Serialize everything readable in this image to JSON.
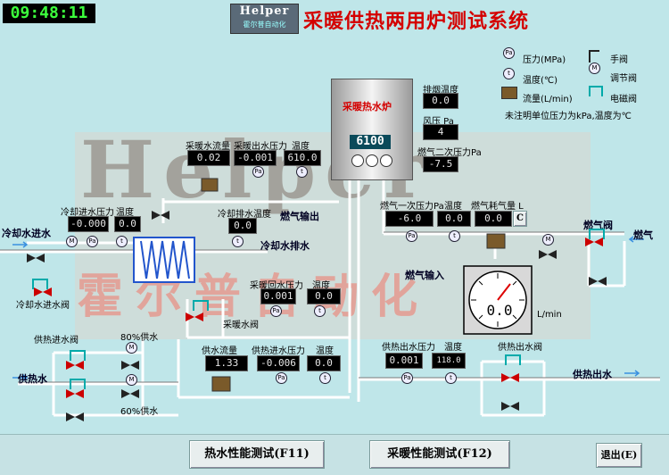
{
  "clock": "09:48:11",
  "logo": {
    "name": "Helper",
    "sub": "霍尔普自动化"
  },
  "title": "采暖供热两用炉测试系统",
  "watermark": {
    "en": "Helper",
    "cn": "霍尔普自动化"
  },
  "legend": {
    "pressure": "压力(MPa)",
    "temperature": "温度(℃)",
    "flow": "流量(L/min)",
    "manual_valve": "手阀",
    "regulating_valve": "调节阀",
    "solenoid_valve": "电磁阀",
    "note": "未注明单位压力为kPa,温度为℃",
    "pa_symbol": "Pa",
    "t_symbol": "t",
    "m_symbol": "M"
  },
  "boiler": {
    "label": "采暖热水炉",
    "code": "6100"
  },
  "exhaust": {
    "temp_label": "排烟温度",
    "temp_value": "0.0",
    "pressure_label": "风压 Pa",
    "pressure_value": "4"
  },
  "gas_secondary": {
    "label": "燃气二次压力Pa",
    "value": "-7.5"
  },
  "heating_out": {
    "flow_label": "采暖水流量",
    "flow_value": "0.02",
    "pressure_label": "采暖出水压力",
    "pressure_value": "-0.001",
    "temp_label": "温度",
    "temp_value": "610.0"
  },
  "cooling": {
    "in_pressure_label": "冷却进水压力",
    "in_pressure_value": "-0.000",
    "in_temp_label": "温度",
    "in_temp_value": "0.0",
    "drain_temp_label": "冷却排水温度",
    "drain_temp_value": "0.0",
    "in_water": "冷却水进水",
    "in_valve": "冷却水进水阀",
    "drain": "冷却水排水"
  },
  "gas": {
    "out_label": "燃气输出",
    "in_label": "燃气输入",
    "gas_label": "燃气",
    "valve_label": "燃气阀",
    "p1_label": "燃气一次压力Pa",
    "p1_value": "-6.0",
    "temp_label": "温度",
    "temp_value": "0.0",
    "consumption_label": "燃气耗气量 L",
    "consumption_value": "0.0",
    "consumption_unit": "C",
    "meter_value": "0.0",
    "meter_unit": "L/min"
  },
  "heating_return": {
    "pressure_label": "采暖回水压力",
    "pressure_value": "0.001",
    "temp_label": "温度",
    "temp_value": "0.0",
    "valve_label": "采暖水阀"
  },
  "supply_in": {
    "valve_label": "供热进水阀",
    "valve80": "80%供水",
    "valve60": "60%供水",
    "water_label": "供热水",
    "flow_label": "供水流量",
    "flow_value": "1.33",
    "pressure_label": "供热进水压力",
    "pressure_value": "-0.006",
    "temp_label": "温度",
    "temp_value": "0.0"
  },
  "supply_out": {
    "pressure_label": "供热出水压力",
    "pressure_value": "0.001",
    "temp_label": "温度",
    "temp_value": "118.0",
    "valve_label": "供热出水阀",
    "water_label": "供热出水"
  },
  "buttons": {
    "hot_water_test": "热水性能测试(F11)",
    "heating_test": "采暖性能测试(F12)",
    "exit": "退出(E)"
  }
}
